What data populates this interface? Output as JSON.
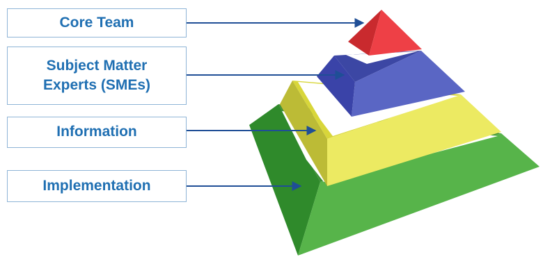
{
  "labels": {
    "core_team": "Core Team",
    "sme_line1": "Subject Matter",
    "sme_line2": "Experts (SMEs)",
    "information": "Information",
    "implementation": "Implementation"
  },
  "colors": {
    "label_text": "#1f6fb2",
    "label_border": "#8eb4d6",
    "arrow": "#1f4e96",
    "tier_red": "#e5333a",
    "tier_blue": "#4a57b6",
    "tier_yellow": "#e3e04a",
    "tier_green": "#3fa63a"
  }
}
